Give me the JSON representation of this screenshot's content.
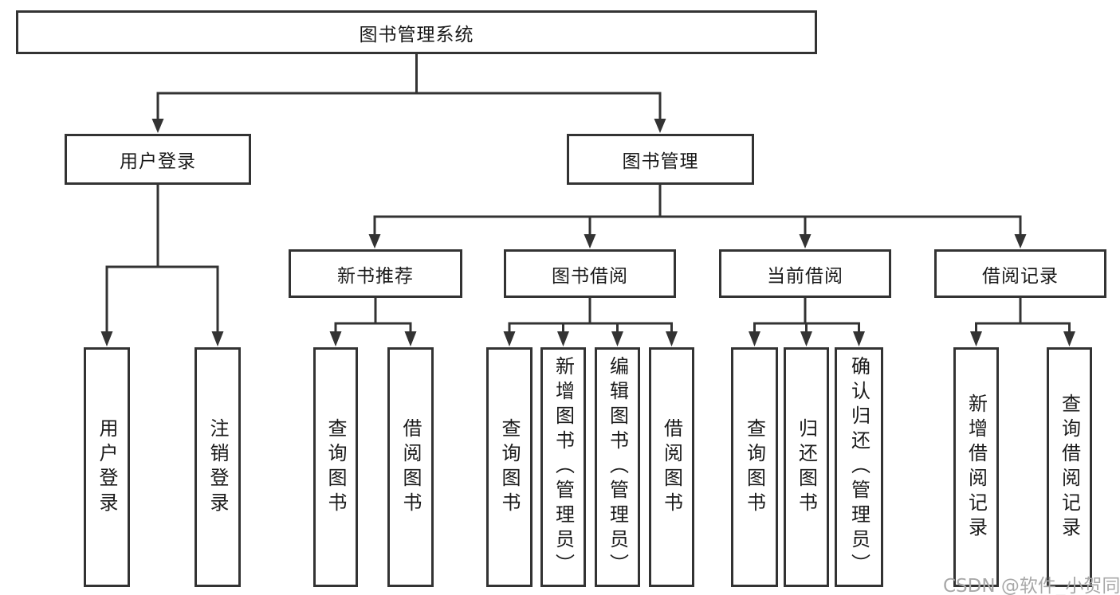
{
  "diagram": {
    "title": "图书管理系统",
    "branches": [
      {
        "label": "用户登录",
        "children": [
          "用户登录",
          "注销登录"
        ]
      },
      {
        "label": "图书管理",
        "children": [
          {
            "label": "新书推荐",
            "children": [
              "查询图书",
              "借阅图书"
            ]
          },
          {
            "label": "图书借阅",
            "children": [
              "查询图书",
              "新增图书（管理员）",
              "编辑图书（管理员）",
              "借阅图书"
            ]
          },
          {
            "label": "当前借阅",
            "children": [
              "查询图书",
              "归还图书",
              "确认归还（管理员）"
            ]
          },
          {
            "label": "借阅记录",
            "children": [
              "新增借阅记录",
              "查询借阅记录"
            ]
          }
        ]
      }
    ]
  },
  "watermark": "CSDN @软件_小贺同学",
  "colors": {
    "line": "#333333",
    "text": "#1a1a1a",
    "background": "#ffffff",
    "watermark": "#a8a8a8"
  }
}
